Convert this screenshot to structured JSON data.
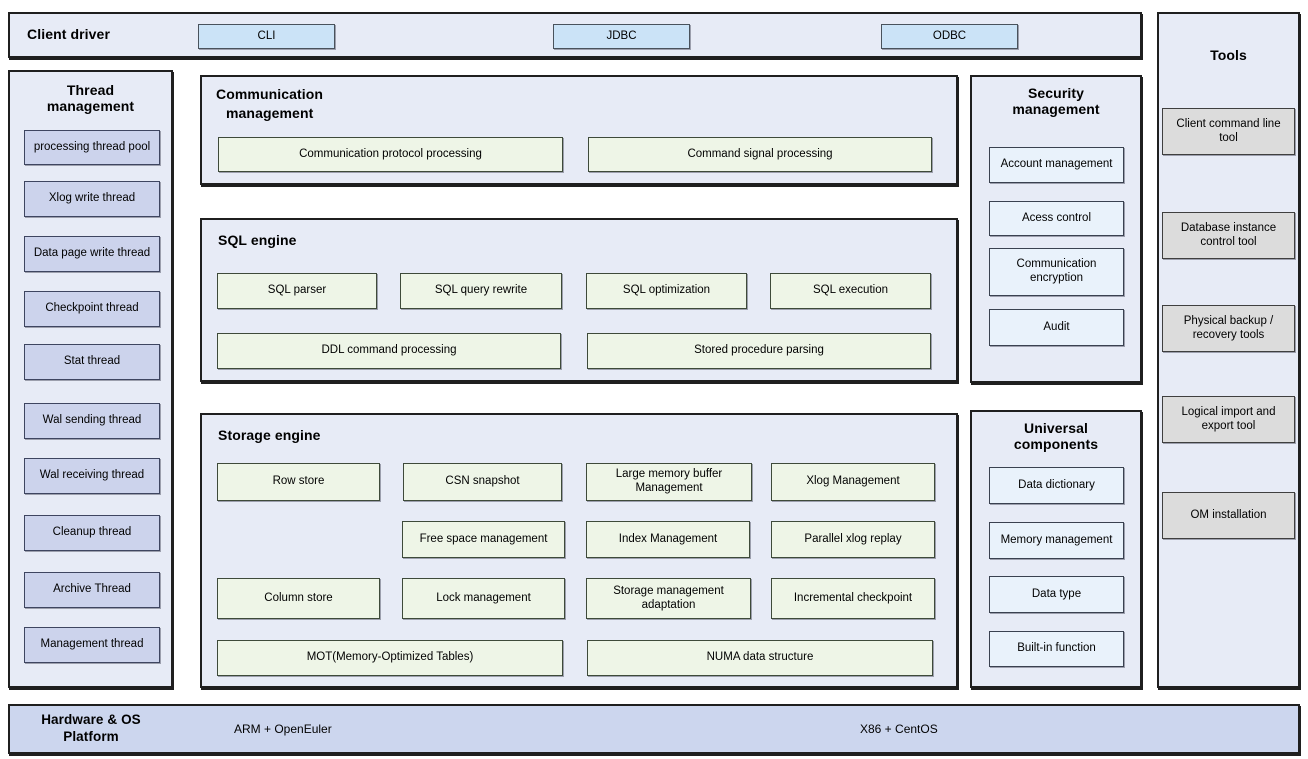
{
  "client_driver": {
    "title": "Client driver",
    "buttons": [
      "CLI",
      "JDBC",
      "ODBC"
    ]
  },
  "thread_management": {
    "title": "Thread management",
    "items": [
      "processing thread pool",
      "Xlog write thread",
      "Data page write thread",
      "Checkpoint thread",
      "Stat thread",
      "Wal sending thread",
      "Wal receiving thread",
      "Cleanup thread",
      "Archive Thread",
      "Management thread"
    ]
  },
  "communication_management": {
    "title": "Communication management",
    "items": [
      "Communication protocol processing",
      "Command signal processing"
    ]
  },
  "sql_engine": {
    "title": "SQL engine",
    "row1": [
      "SQL parser",
      "SQL query rewrite",
      "SQL optimization",
      "SQL execution"
    ],
    "row2": [
      "DDL command processing",
      "Stored procedure parsing"
    ]
  },
  "storage_engine": {
    "title": "Storage engine",
    "row1": [
      "Row store",
      "CSN snapshot",
      "Large memory buffer Management",
      "Xlog Management"
    ],
    "row2": [
      "Free space management",
      "Index Management",
      "Parallel xlog replay"
    ],
    "row3": [
      "Column store",
      "Lock management",
      "Storage management adaptation",
      "Incremental checkpoint"
    ],
    "row4": [
      "MOT(Memory-Optimized Tables)",
      "NUMA data structure"
    ]
  },
  "security_management": {
    "title": "Security management",
    "items": [
      "Account management",
      "Acess control",
      "Communication encryption",
      "Audit"
    ]
  },
  "universal_components": {
    "title": "Universal components",
    "items": [
      "Data dictionary",
      "Memory management",
      "Data type",
      "Built-in function"
    ]
  },
  "tools": {
    "title": "Tools",
    "items": [
      "Client command line tool",
      "Database instance control tool",
      "Physical backup / recovery tools",
      "Logical import and export tool",
      "OM installation"
    ]
  },
  "platform": {
    "title": "Hardware & OS Platform",
    "items": [
      "ARM + OpenEuler",
      "X86 + CentOS"
    ]
  },
  "colors": {
    "panel_bg": "#e7ebf6",
    "panel_border": "#1f1f1f",
    "thread_box_bg": "#ccd3ec",
    "client_button_bg": "#cbe3f7",
    "engine_box_bg": "#eef5e7",
    "component_box_bg": "#e9f2fb",
    "tool_box_bg": "#dcdcdc",
    "platform_bar_bg": "#ccd6ee"
  }
}
